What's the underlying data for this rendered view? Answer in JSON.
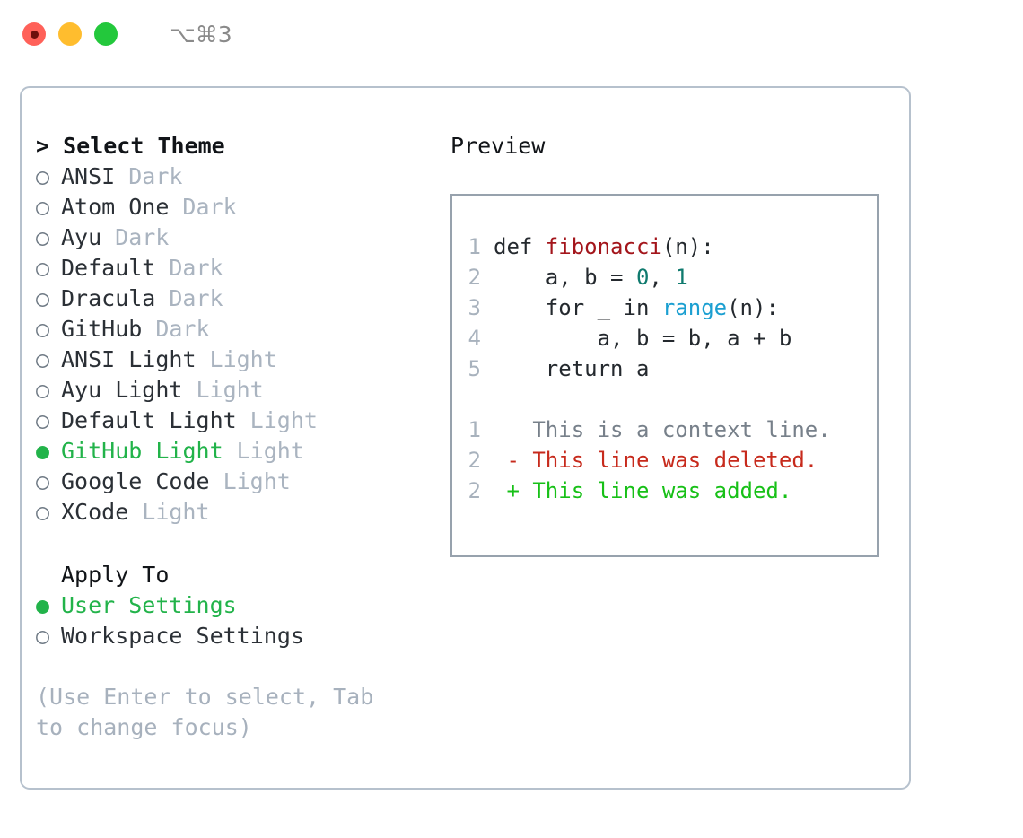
{
  "window": {
    "shortcut": "⌥⌘3",
    "traffic_lights": [
      {
        "name": "close-button",
        "color": "#ff6159"
      },
      {
        "name": "minimize-button",
        "color": "#ffbd2e"
      },
      {
        "name": "maximize-button",
        "color": "#23c83c"
      }
    ]
  },
  "theme_list": {
    "header": "> Select Theme",
    "bullet_unselected": "○",
    "bullet_selected": "●",
    "items": [
      {
        "label": "ANSI",
        "tag": "Dark",
        "selected": false
      },
      {
        "label": "Atom One",
        "tag": "Dark",
        "selected": false
      },
      {
        "label": "Ayu",
        "tag": "Dark",
        "selected": false
      },
      {
        "label": "Default",
        "tag": "Dark",
        "selected": false
      },
      {
        "label": "Dracula",
        "tag": "Dark",
        "selected": false
      },
      {
        "label": "GitHub",
        "tag": "Dark",
        "selected": false
      },
      {
        "label": "ANSI Light",
        "tag": "Light",
        "selected": false
      },
      {
        "label": "Ayu Light",
        "tag": "Light",
        "selected": false
      },
      {
        "label": "Default Light",
        "tag": "Light",
        "selected": false
      },
      {
        "label": "GitHub Light",
        "tag": "Light",
        "selected": true
      },
      {
        "label": "Google Code",
        "tag": "Light",
        "selected": false
      },
      {
        "label": "XCode",
        "tag": "Light",
        "selected": false
      }
    ]
  },
  "apply_to": {
    "header": "Apply To",
    "items": [
      {
        "label": "User Settings",
        "selected": true
      },
      {
        "label": "Workspace Settings",
        "selected": false
      }
    ]
  },
  "hint": "(Use Enter to select, Tab to change focus)",
  "preview": {
    "title": "Preview",
    "code_lines": [
      {
        "no": "1",
        "tokens": [
          {
            "text": "def ",
            "type": "plain"
          },
          {
            "text": "fibonacci",
            "type": "fn"
          },
          {
            "text": "(n):",
            "type": "plain"
          }
        ]
      },
      {
        "no": "2",
        "tokens": [
          {
            "text": "    a, b = ",
            "type": "plain"
          },
          {
            "text": "0",
            "type": "num"
          },
          {
            "text": ", ",
            "type": "plain"
          },
          {
            "text": "1",
            "type": "num"
          }
        ]
      },
      {
        "no": "3",
        "tokens": [
          {
            "text": "    for _ in ",
            "type": "plain"
          },
          {
            "text": "range",
            "type": "call"
          },
          {
            "text": "(n):",
            "type": "plain"
          }
        ]
      },
      {
        "no": "4",
        "tokens": [
          {
            "text": "        a, b = b, a + b",
            "type": "plain"
          }
        ]
      },
      {
        "no": "5",
        "tokens": [
          {
            "text": "    return a",
            "type": "plain"
          }
        ]
      }
    ],
    "diff_lines": [
      {
        "no": "1",
        "marker": " ",
        "text": " This is a context line.",
        "type": "ctx"
      },
      {
        "no": "2",
        "marker": "-",
        "text": " This line was deleted.",
        "type": "del"
      },
      {
        "no": "2",
        "marker": "+",
        "text": " This line was added.",
        "type": "add"
      }
    ]
  },
  "colors": {
    "accent_green": "#22b34a",
    "tag_gray": "#aab4c0",
    "panel_border": "#b6c1cd",
    "preview_border": "#97a2ad",
    "syntax_function": "#a3151b",
    "syntax_number": "#0f7a6e",
    "syntax_call": "#1b9fd1",
    "diff_deleted": "#c72a1c",
    "diff_added": "#17c017",
    "diff_context": "#77808a"
  }
}
